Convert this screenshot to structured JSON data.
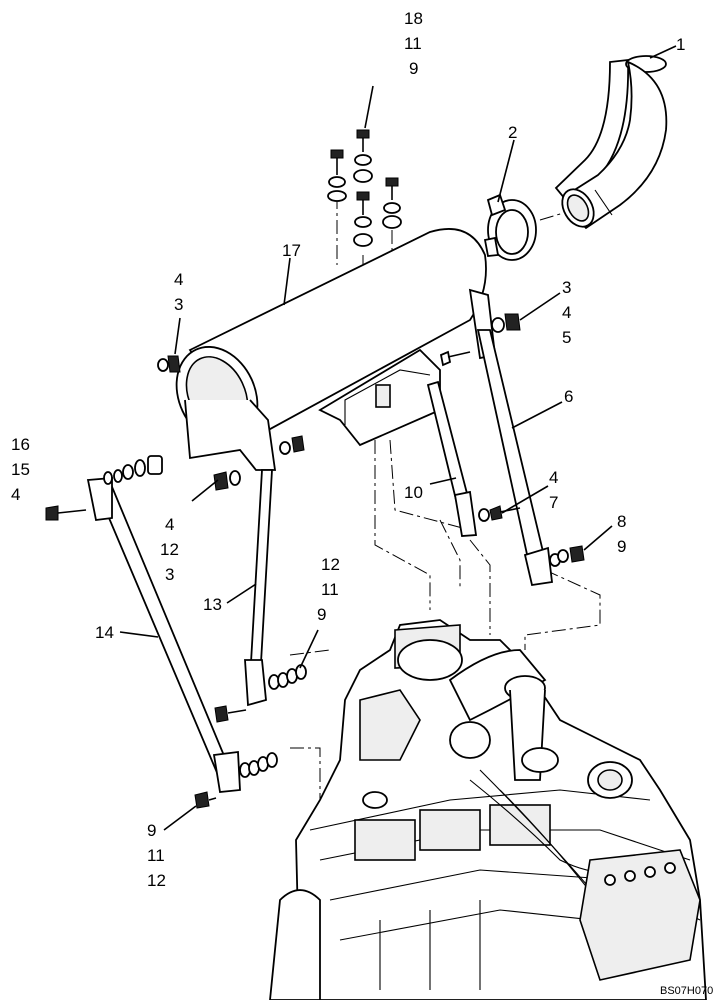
{
  "diagram": {
    "code": "BS07H070",
    "labels": {
      "l1": "1",
      "l2": "2",
      "l17": "17",
      "top_a": "18",
      "top_b": "11",
      "top_c": "9",
      "r_a": "3",
      "r_b": "4",
      "r_c": "5",
      "l4a": "4",
      "l3a": "3",
      "l16": "16",
      "l15": "15",
      "l4b": "4",
      "l6": "6",
      "l10": "10",
      "l4c": "4",
      "l7": "7",
      "l8": "8",
      "l9a": "9",
      "m_a": "4",
      "m_b": "12",
      "m_c": "3",
      "l13": "13",
      "l12a": "12",
      "l11a": "11",
      "l9b": "9",
      "l14": "14",
      "b_a": "9",
      "b_b": "11",
      "b_c": "12"
    }
  }
}
